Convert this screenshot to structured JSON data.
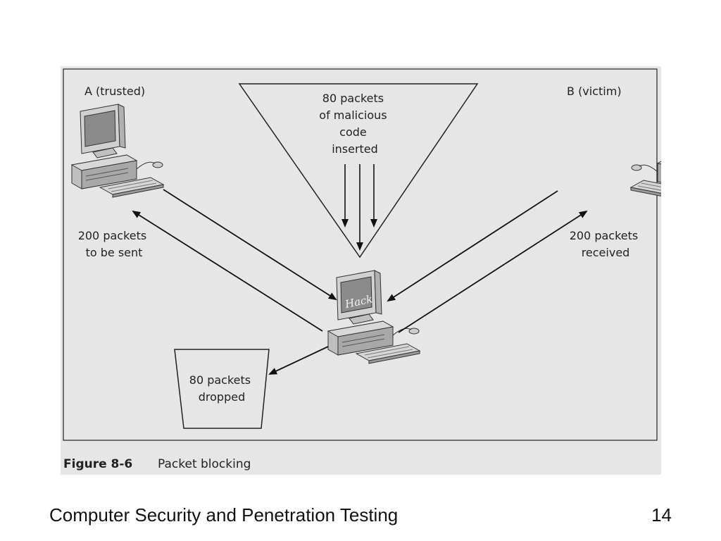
{
  "figure": {
    "label_a": "A (trusted)",
    "label_b": "B (victim)",
    "malicious": [
      "80 packets",
      "of malicious",
      "code",
      "inserted"
    ],
    "sent": [
      "200 packets",
      "to be sent"
    ],
    "received": [
      "200 packets",
      "received"
    ],
    "dropped": [
      "80 packets",
      "dropped"
    ],
    "hack_screen": "Hack",
    "caption_number": "Figure 8-6",
    "caption_text": "Packet blocking"
  },
  "footer": {
    "title": "Computer Security and Penetration Testing",
    "page": "14"
  }
}
